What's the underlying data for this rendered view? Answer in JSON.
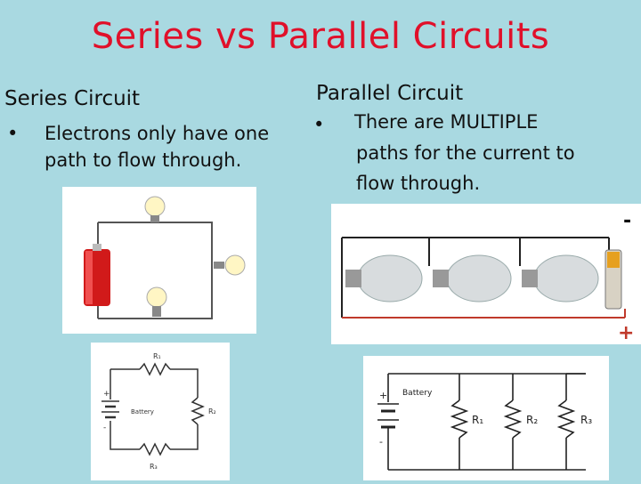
{
  "slide": {
    "title": "Series vs Parallel Circuits",
    "series": {
      "heading": "Series Circuit",
      "bullet": "•",
      "text_line1": "Electrons only have one",
      "text_line2": "path to flow through."
    },
    "parallel": {
      "heading": "Parallel Circuit",
      "bullet": "•",
      "text_line1": "There are MULTIPLE",
      "text_line2": "paths for the current to",
      "text_line3": "flow through."
    }
  },
  "diagrams": {
    "series_schematic": {
      "r1": "R₁",
      "r2": "R₂",
      "r3": "R₃",
      "battery": "Battery",
      "plus": "+",
      "minus": "-"
    },
    "parallel_schematic": {
      "battery": "Battery",
      "r1": "R₁",
      "r2": "R₂",
      "r3": "R₃",
      "plus": "+",
      "minus": "-"
    },
    "parallel_photo": {
      "minus": "-",
      "plus": "+"
    }
  },
  "colors": {
    "background": "#a9d9e1",
    "title": "#e0102a",
    "positive_wire": "#c0392b"
  }
}
